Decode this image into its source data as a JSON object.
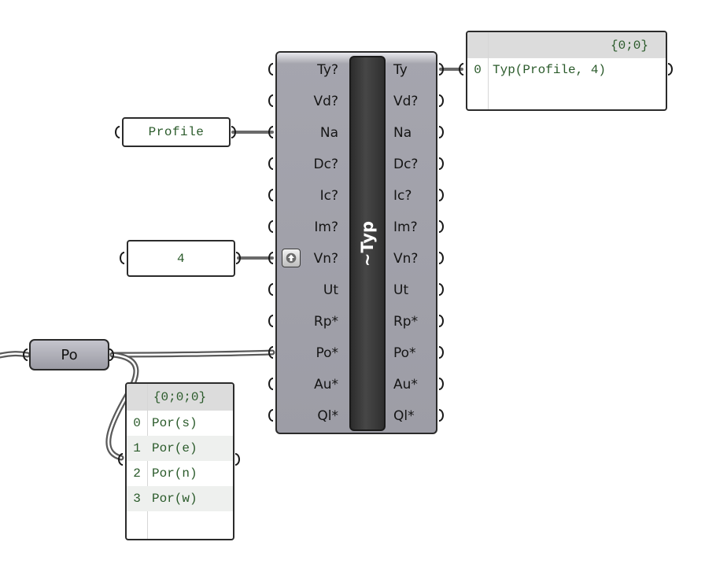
{
  "colors": {
    "canvas": "#ffffff",
    "panel_text": "#2a5a2a",
    "component_body": "#a5a5ae",
    "component_bar": "#3a3a3a",
    "wire": "#6a6a6a"
  },
  "profile_panel": {
    "text": "Profile"
  },
  "number_panel": {
    "text": "4"
  },
  "po_param": {
    "label": "Po"
  },
  "component": {
    "title": "~Typ",
    "inputs": [
      "Ty?",
      "Vd?",
      "Na",
      "Dc?",
      "Ic?",
      "Im?",
      "Vn?",
      "Ut",
      "Rp*",
      "Po*",
      "Au*",
      "Ql*"
    ],
    "outputs": [
      "Ty",
      "Vd?",
      "Na",
      "Dc?",
      "Ic?",
      "Im?",
      "Vn?",
      "Ut",
      "Rp*",
      "Po*",
      "Au*",
      "Ql*"
    ],
    "vn_button_icon": "arrow-up-icon"
  },
  "output_panel": {
    "path": "{0;0}",
    "rows": [
      {
        "index": "0",
        "value": "Typ(Profile, 4)"
      }
    ]
  },
  "list_panel": {
    "path": "{0;0;0}",
    "rows": [
      {
        "index": "0",
        "value": "Por(s)"
      },
      {
        "index": "1",
        "value": "Por(e)"
      },
      {
        "index": "2",
        "value": "Por(n)"
      },
      {
        "index": "3",
        "value": "Por(w)"
      }
    ]
  }
}
